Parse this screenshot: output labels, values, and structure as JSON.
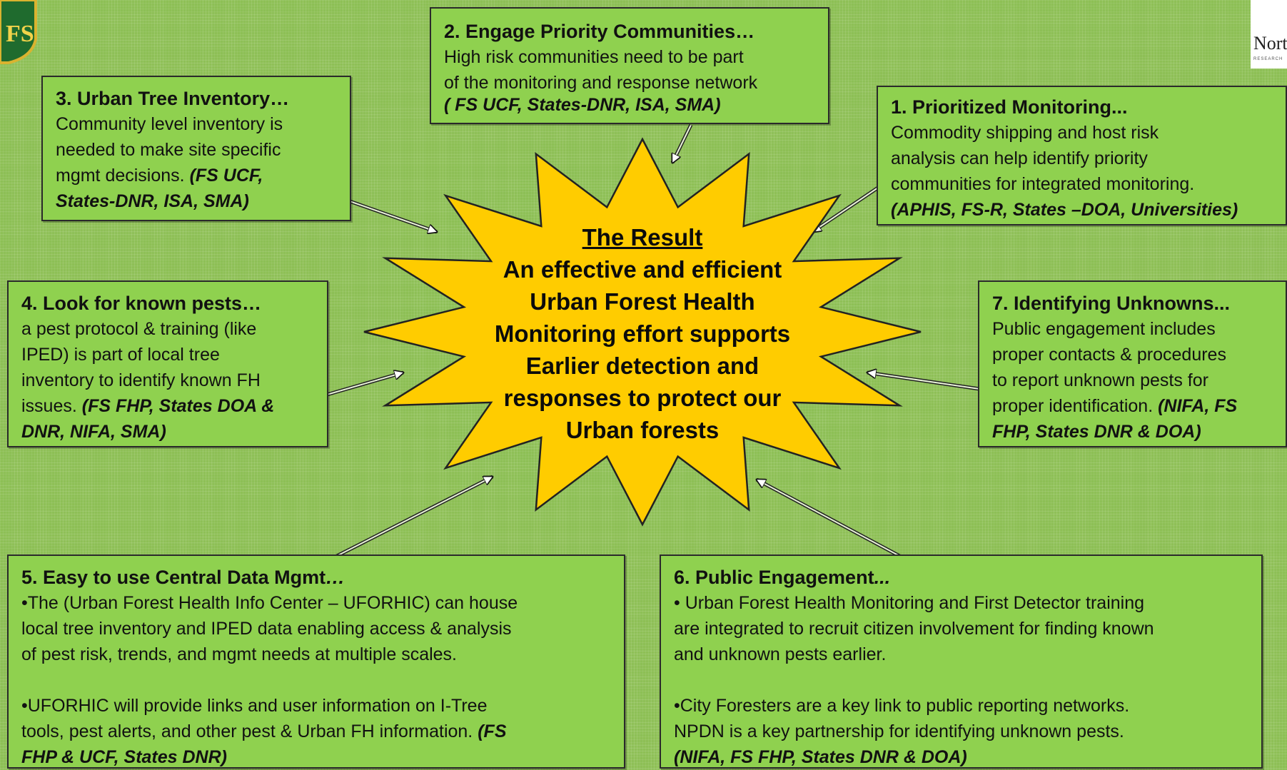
{
  "logos": {
    "left": {
      "initials": "FS",
      "description": "usfs-shield-logo"
    },
    "right": {
      "text": "North",
      "subtext": "RESEARCH"
    }
  },
  "center": {
    "heading": "The Result",
    "lines": [
      "An effective and efficient",
      "Urban Forest Health",
      "Monitoring effort supports",
      "Earlier detection and",
      "responses to protect our",
      "Urban forests"
    ]
  },
  "boxes": {
    "b1": {
      "title": "1. Prioritized Monitoring...",
      "body": [
        "Commodity shipping and host risk",
        "analysis can help identify priority",
        "communities for integrated monitoring."
      ],
      "src": "(APHIS, FS-R, States –DOA, Universities)"
    },
    "b2": {
      "title": "2. Engage Priority Communities…",
      "body": [
        "High risk communities need to be part",
        "of the monitoring and response network"
      ],
      "src": "( FS UCF, States-DNR, ISA, SMA)"
    },
    "b3": {
      "title": "3. Urban Tree Inventory…",
      "body": [
        "Community level inventory is",
        "needed to make site specific",
        "mgmt decisions."
      ],
      "src_inline": "(FS UCF,",
      "src": "States-DNR, ISA, SMA)"
    },
    "b4": {
      "title": "4. Look for known pests…",
      "body": [
        "a pest protocol & training (like",
        "IPED) is part of local tree",
        "inventory to identify known FH",
        "issues."
      ],
      "src_inline": "(FS FHP, States DOA &",
      "src": "DNR, NIFA, SMA)"
    },
    "b5": {
      "title": "5. Easy to use Central Data Mgmt",
      "title_em": "…",
      "p1": [
        "•The (Urban Forest Health Info Center – UFORHIC) can house",
        "local tree inventory and IPED data enabling access & analysis",
        "of pest risk, trends, and mgmt needs at multiple scales."
      ],
      "p2": [
        "•UFORHIC will provide links and user information on I-Tree",
        "tools, pest alerts, and other pest & Urban FH information."
      ],
      "src_inline": "(FS",
      "src": "FHP & UCF, States DNR)"
    },
    "b6": {
      "title": "6. Public Engagement",
      "title_em": "...",
      "p1": [
        "• Urban Forest Health Monitoring and First Detector training",
        "are integrated to recruit citizen involvement for finding known",
        "and unknown pests earlier."
      ],
      "p2": [
        "•City Foresters are a key link to public reporting networks.",
        "NPDN is a key partnership for identifying unknown pests."
      ],
      "src": "(NIFA, FS FHP, States DNR & DOA)"
    },
    "b7": {
      "title": "7. Identifying Unknowns...",
      "body": [
        "Public engagement includes",
        "proper contacts & procedures",
        "to report unknown pests for",
        "proper  identification."
      ],
      "src_inline": "(NIFA, FS",
      "src": "FHP, States DNR & DOA)"
    }
  },
  "colors": {
    "background": "#8dbf55",
    "box_fill": "#8fd14f",
    "star_fill": "#ffcc00",
    "border": "#2a2a2a"
  }
}
